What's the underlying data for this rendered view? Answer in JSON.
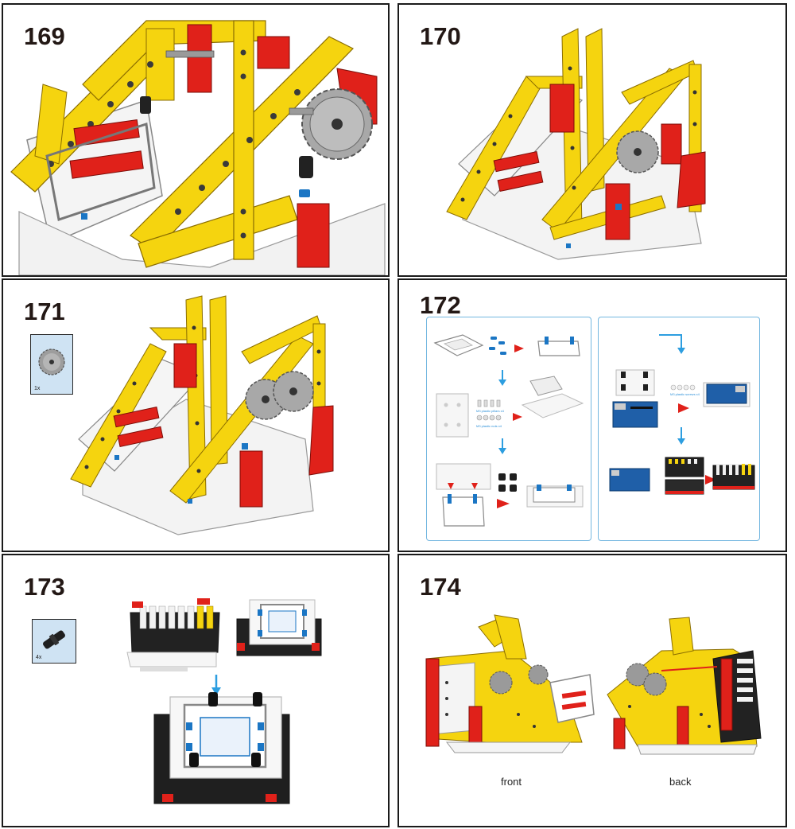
{
  "steps": [
    {
      "number": "169"
    },
    {
      "number": "170"
    },
    {
      "number": "171",
      "part_qty": "1x",
      "part_icon": "gear-icon"
    },
    {
      "number": "172",
      "labels": [
        "M3 plastic pillars x4",
        "M3 plastic nuts x4",
        "M3 plastic screws x4"
      ]
    },
    {
      "number": "173",
      "part_qty": "4x",
      "part_icon": "pin-connector-icon"
    },
    {
      "number": "174",
      "captions": [
        "front",
        "back"
      ]
    }
  ],
  "colors": {
    "yellow": "#f5d40f",
    "red": "#e0211a",
    "gray": "#9a9a9a",
    "blue": "#1b76c4",
    "arrow_blue": "#2d9ee0",
    "border": "#1a1a1a",
    "light_blue_box": "#cfe3f3"
  }
}
